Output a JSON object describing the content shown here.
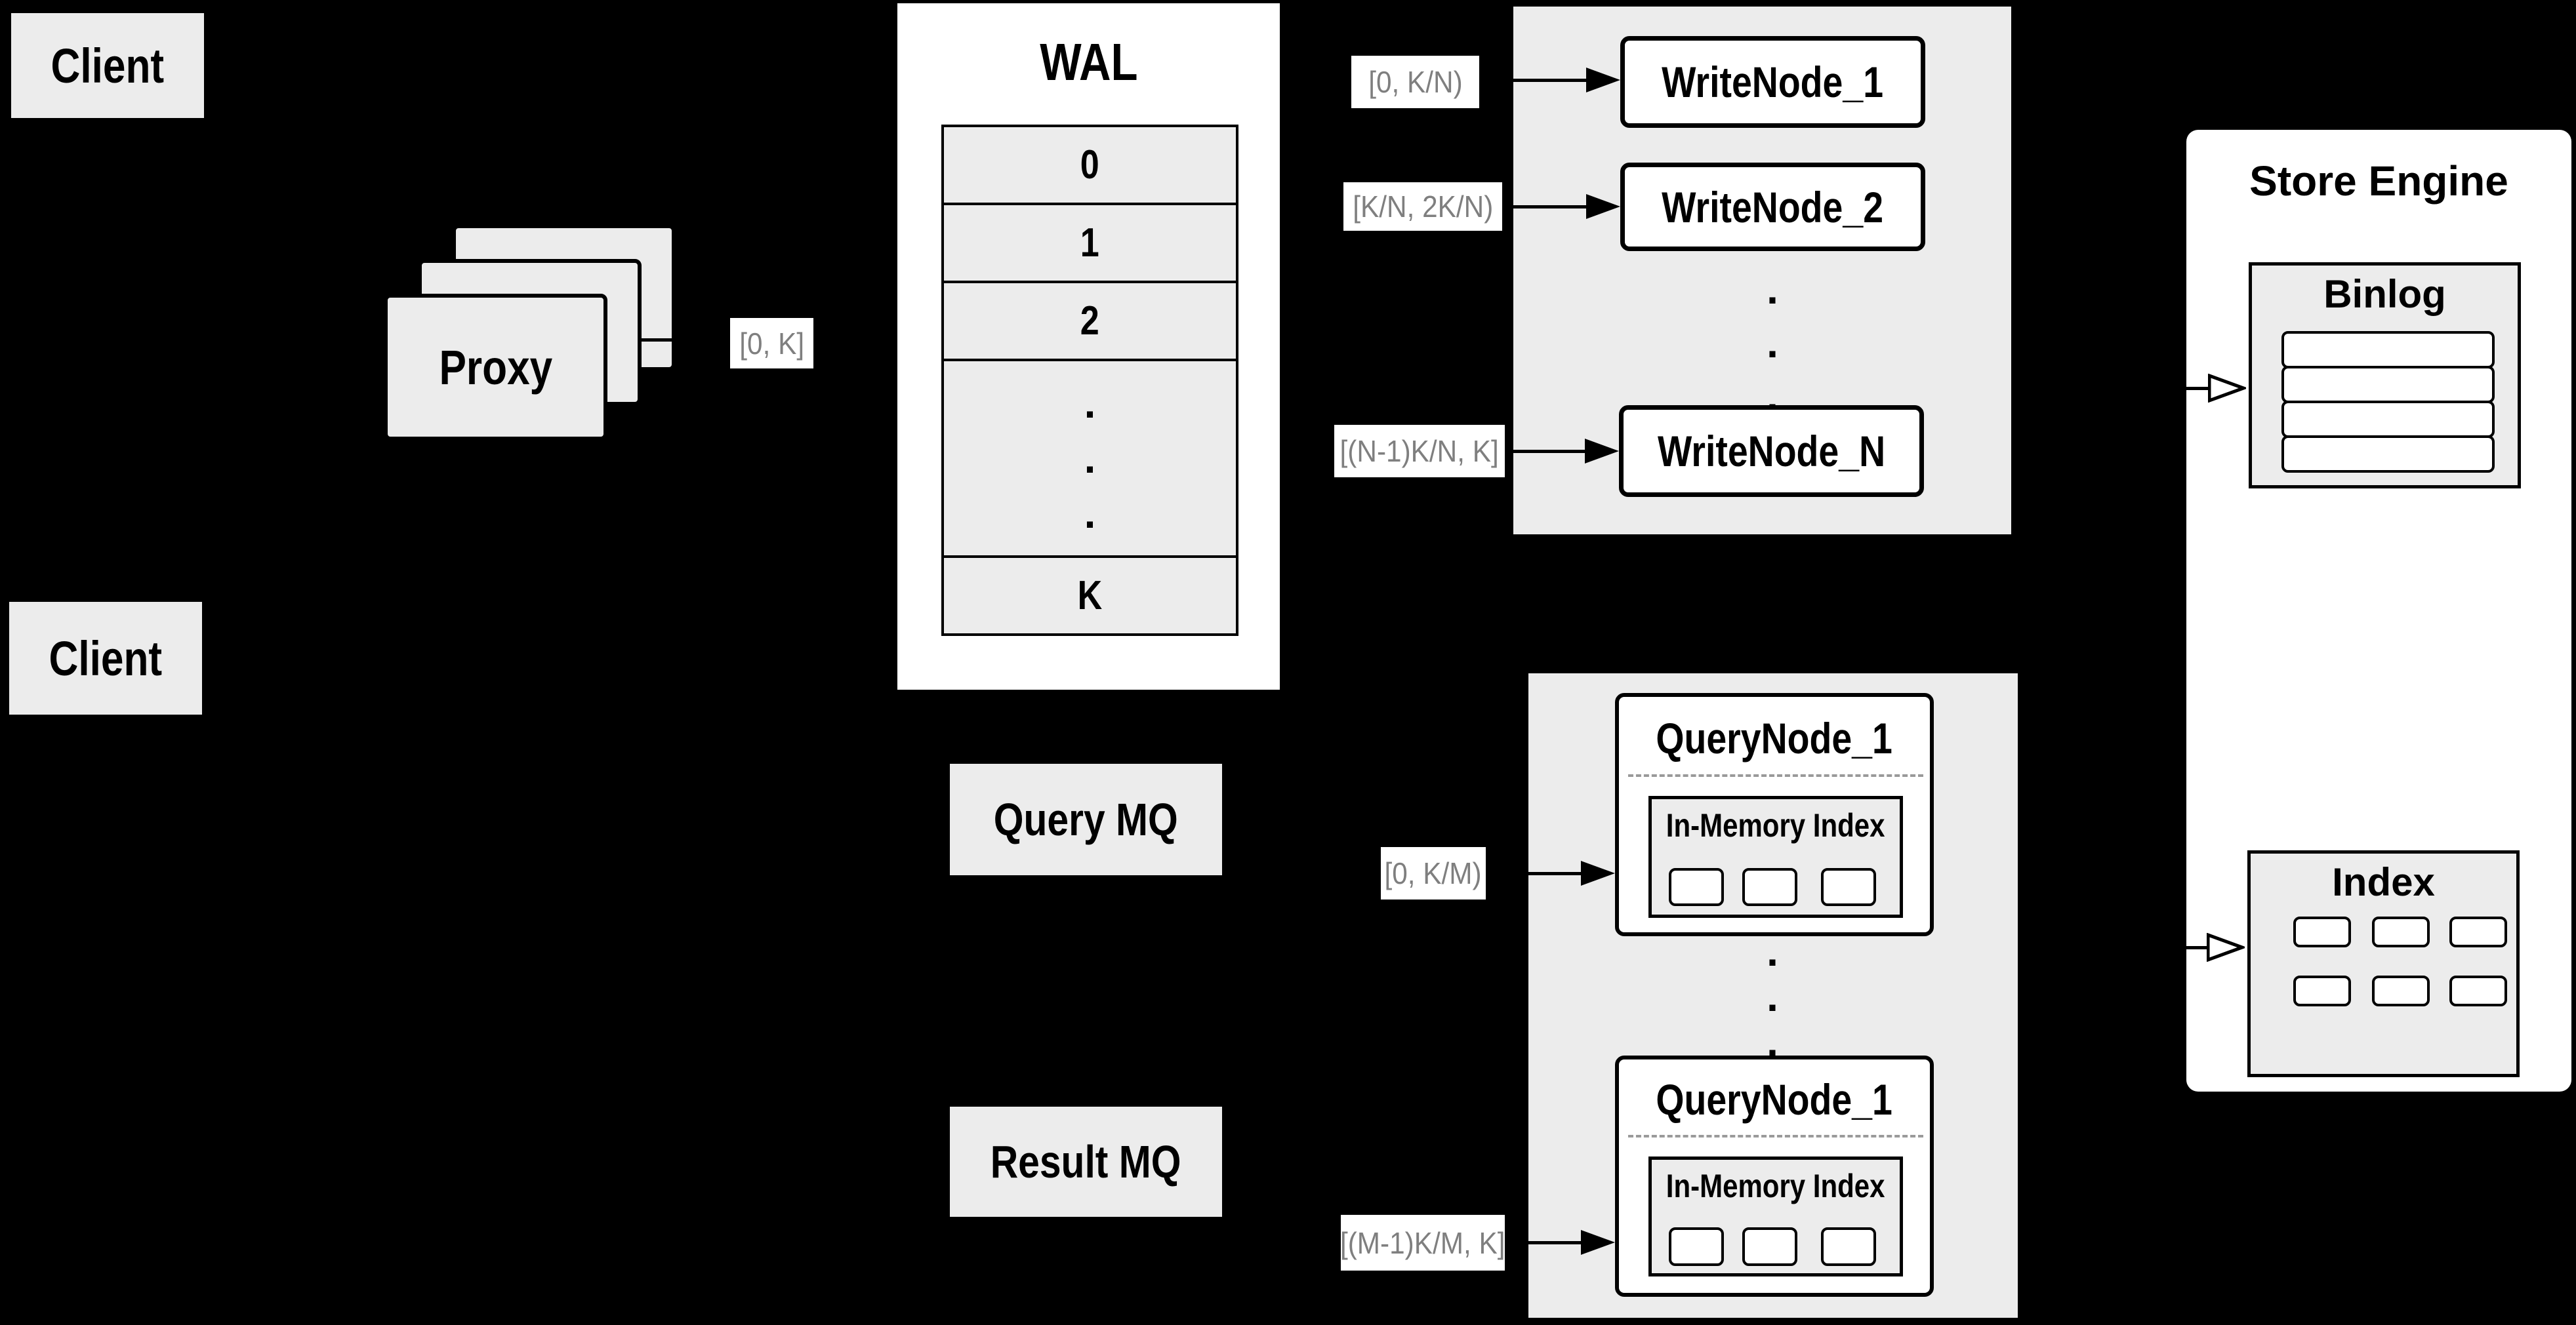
{
  "colors": {
    "background": "#000000",
    "panel_fill": "#ececec",
    "node_fill": "#ffffff",
    "line": "#000000",
    "range_text": "#7f7f7f"
  },
  "clients": {
    "top": "Client",
    "bottom": "Client"
  },
  "proxy": {
    "label": "Proxy"
  },
  "ranges": {
    "proxy_wal": "[0, K]",
    "write_1": "[0, K/N)",
    "write_2": "[K/N, 2K/N)",
    "write_n": "[(N-1)K/N, K]",
    "query_1": "[0, K/M)",
    "query_m": "[(M-1)K/M, K]"
  },
  "wal": {
    "title": "WAL",
    "segments": [
      "0",
      "1",
      "2",
      "K"
    ],
    "dot": "."
  },
  "write_nodes": {
    "node_1": "WriteNode_1",
    "node_2": "WriteNode_2",
    "node_n": "WriteNode_N",
    "dot": "."
  },
  "mq": {
    "query": "Query MQ",
    "result": "Result MQ"
  },
  "query_nodes": {
    "node_top": {
      "title": "QueryNode_1",
      "index": "In-Memory Index"
    },
    "node_bottom": {
      "title": "QueryNode_1",
      "index": "In-Memory Index"
    },
    "dot": "."
  },
  "store_engine": {
    "title": "Store Engine",
    "binlog": "Binlog",
    "index": "Index"
  }
}
